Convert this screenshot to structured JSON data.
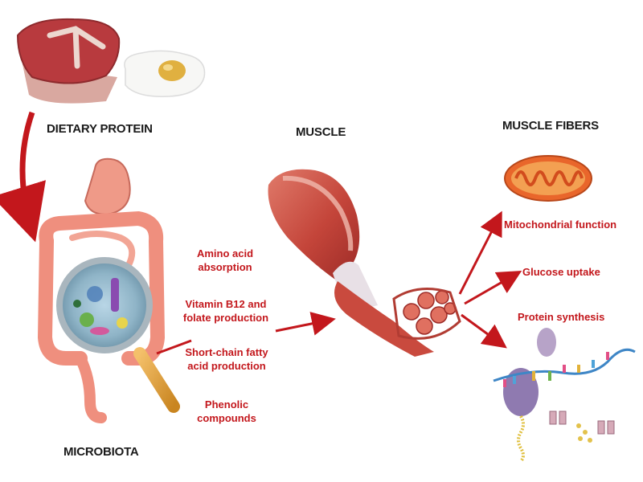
{
  "labels": {
    "dietary_protein": "DIETARY PROTEIN",
    "microbiota": "MICROBIOTA",
    "muscle": "MUSCLE",
    "muscle_fibers": "MUSCLE FIBERS"
  },
  "microbial_effects": [
    {
      "line1": "Amino acid",
      "line2": "absorption"
    },
    {
      "line1": "Vitamin B12 and",
      "line2": "folate production"
    },
    {
      "line1": "Short-chain fatty",
      "line2": "acid production"
    },
    {
      "line1": "Phenolic",
      "line2": "compounds"
    }
  ],
  "fiber_outcomes": [
    {
      "text": "Mitochondrial function"
    },
    {
      "text": "Glucose uptake"
    },
    {
      "text": "Protein synthesis"
    }
  ],
  "colors": {
    "arrow_red": "#c3171c",
    "label_red": "#c3171c",
    "label_dark": "#1a1a1a",
    "meat": "#b83a3e",
    "egg_yolk": "#e0b040",
    "intestine": "#ef8f7e",
    "muscle": "#c94a3e",
    "mitochondrion": "#e9662b"
  },
  "icons": [
    "steak-icon",
    "fried-egg-icon",
    "digestive-tract-icon",
    "magnifying-glass-icon",
    "muscle-icon",
    "mitochondrion-icon",
    "ribosome-icon",
    "mrna-strand-icon"
  ]
}
